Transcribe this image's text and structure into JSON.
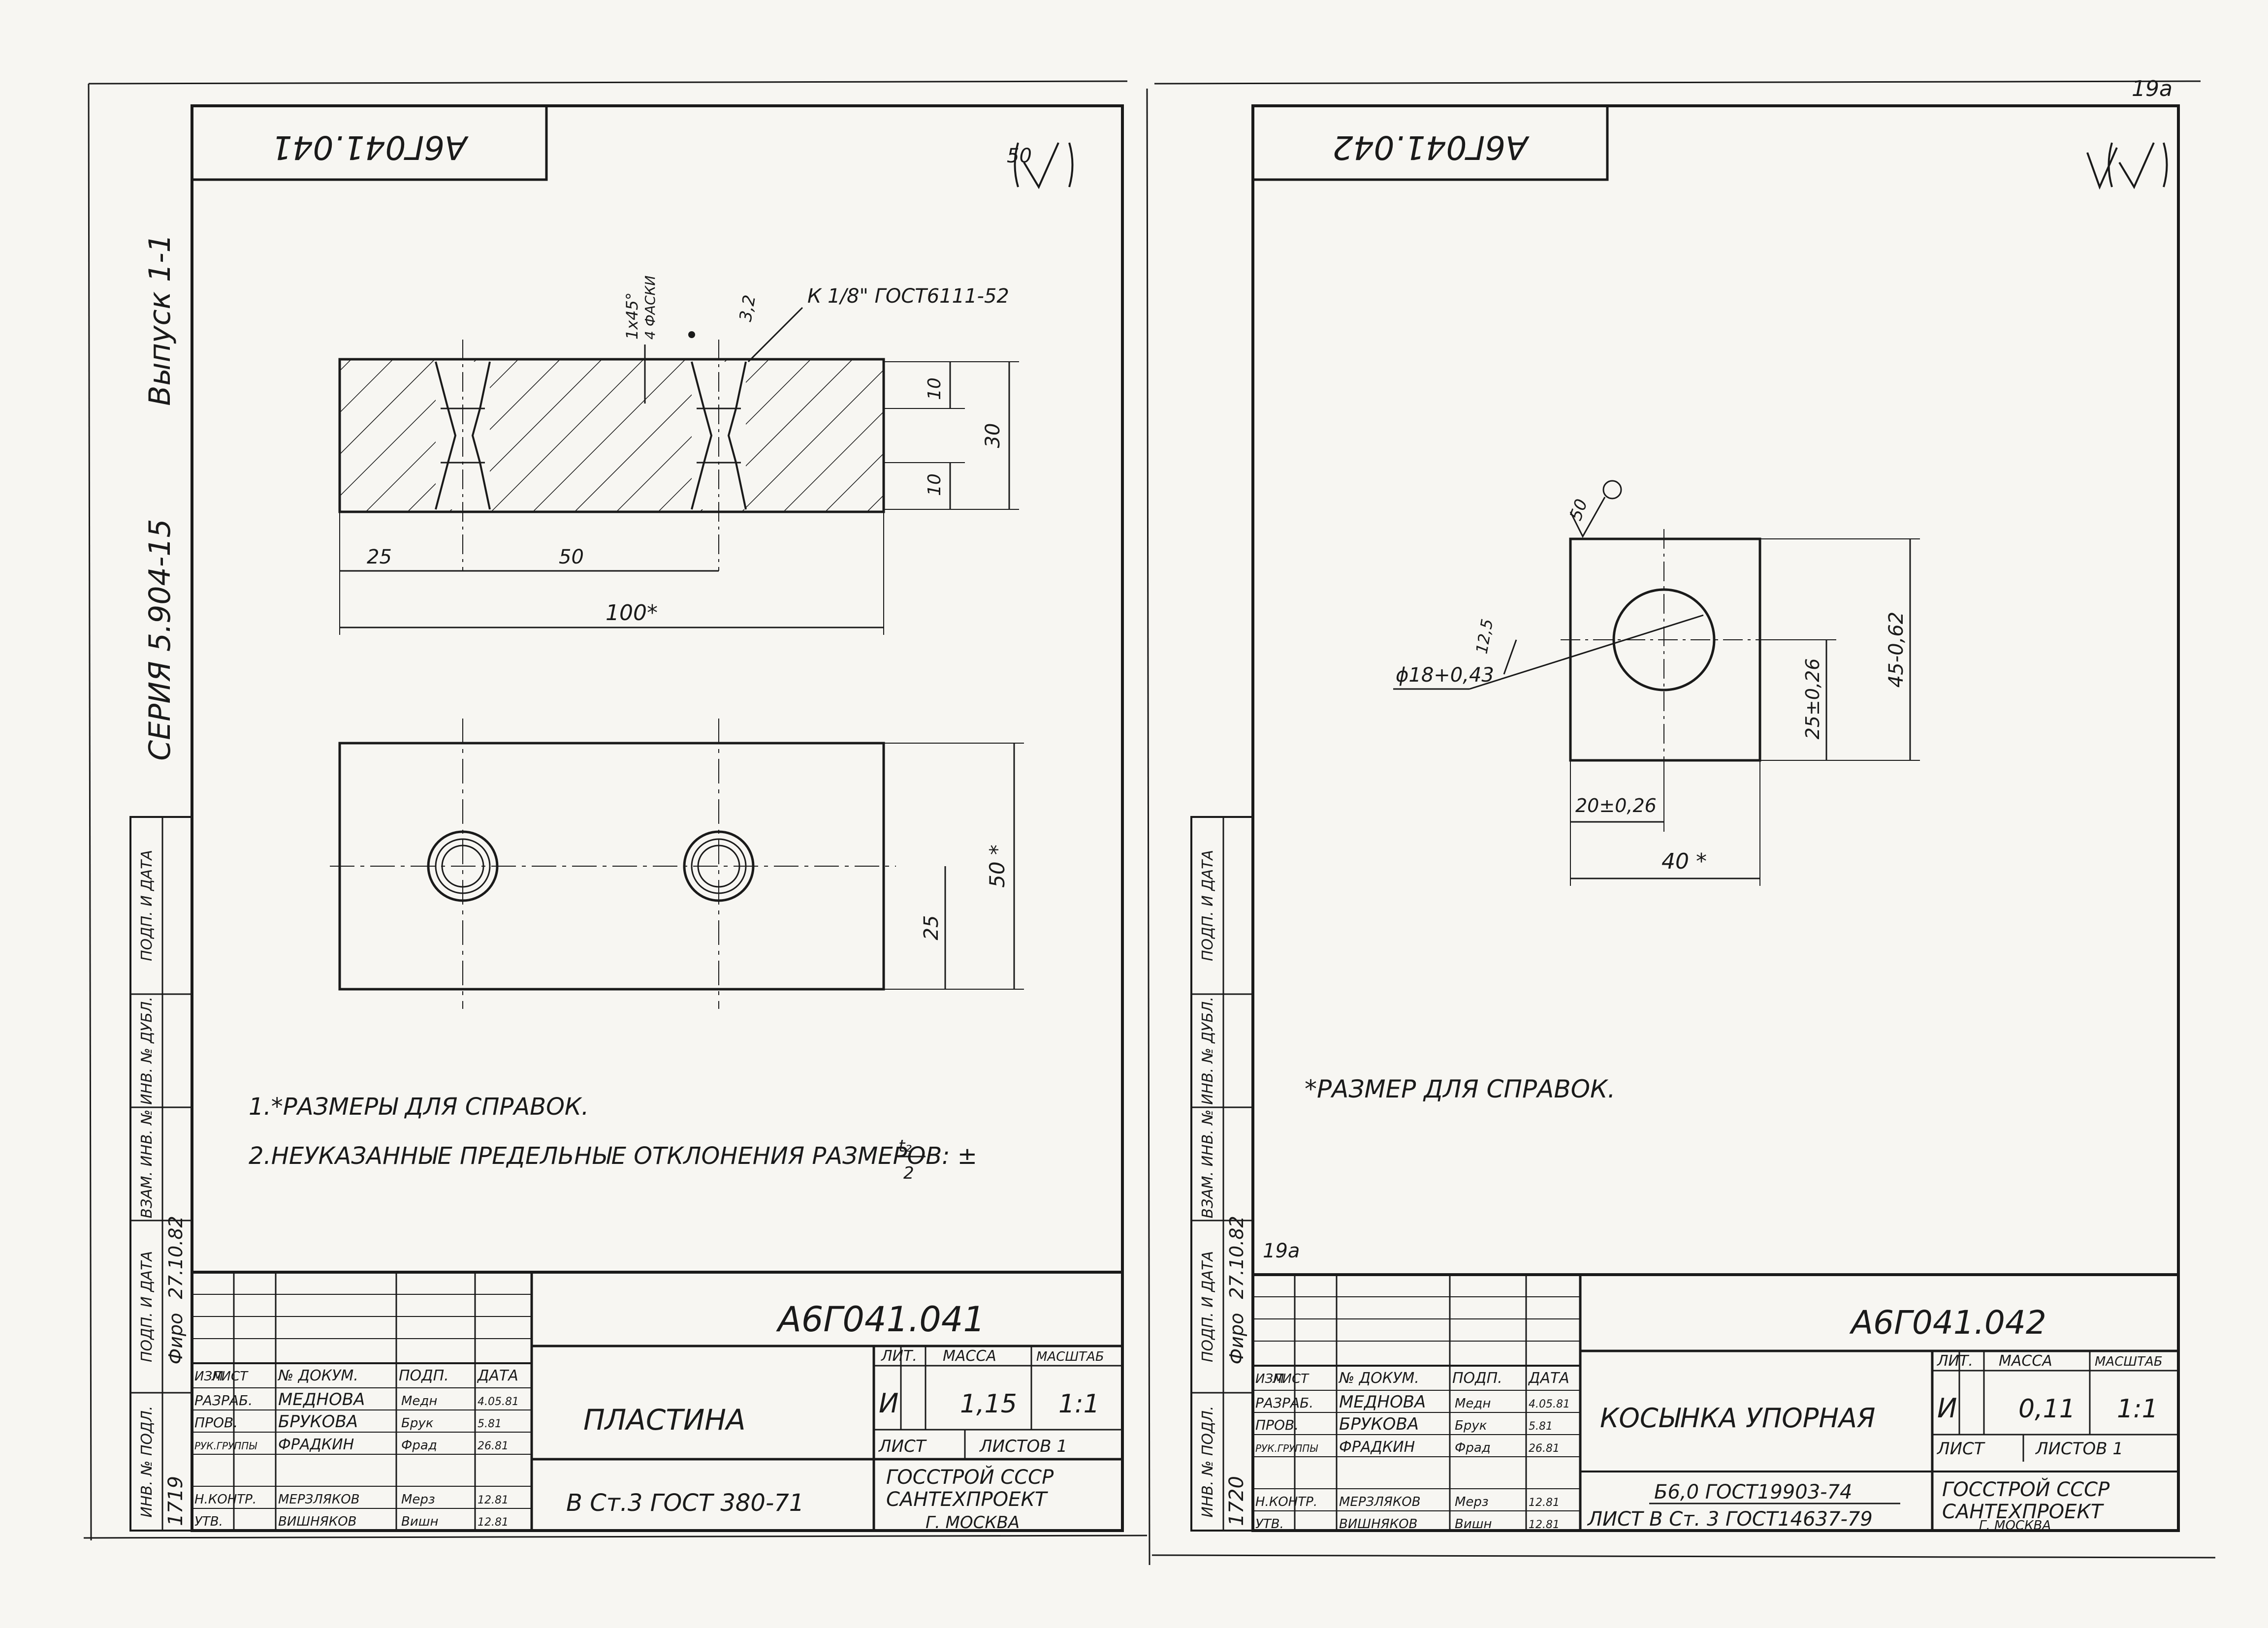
{
  "page_marks": {
    "top_right": "19а"
  },
  "sheet1": {
    "code_rotated": "А6Г041.041",
    "roughness_general": "50",
    "series": "СЕРИЯ 5.904-15",
    "issue": "Выпуск 1-1",
    "labels": {
      "thread": "К 1/8\" ГОСТ6111-52",
      "chamfer": "1x45°",
      "chamfer2": "4 ФАСКИ",
      "roughness_hole": "3,2"
    },
    "dims": {
      "d25": "25",
      "d50": "50",
      "d100": "100*",
      "d10a": "10",
      "d10b": "10",
      "d30": "30",
      "d25v": "25",
      "d50v": "50 *"
    },
    "notes": [
      "1.*РАЗМЕРЫ ДЛЯ СПРАВОК.",
      "2.НЕУКАЗАННЫЕ ПРЕДЕЛЬНЫЕ ОТКЛОНЕНИЯ РАЗМЕРОВ: ±",
      "t₂",
      "2"
    ],
    "stamp": {
      "code": "А6Г041.041",
      "name": "ПЛАСТИНА",
      "material": "В Ст.3 ГОСТ 380-71",
      "org1": "ГОССТРОЙ СССР",
      "org2": "САНТЕХПРОЕКТ",
      "city": "Г. МОСКВА",
      "lit_label": "ЛИТ.",
      "mass_label": "МАССА",
      "scale_label": "МАСШТАБ",
      "lit": "И",
      "mass": "1,15",
      "scale": "1:1",
      "sheet_label": "ЛИСТ",
      "sheets_label": "ЛИСТОВ 1",
      "head": [
        "ИЗМ",
        "ЛИСТ",
        "№ ДОКУМ.",
        "ПОДП.",
        "ДАТА"
      ],
      "rows": [
        {
          "role": "РАЗРАБ.",
          "name": "МЕДНОВА",
          "sign": "Медн",
          "date": "4.05.81"
        },
        {
          "role": "ПРОВ.",
          "name": "БРУКОВА",
          "sign": "Брук",
          "date": "5.81"
        },
        {
          "role": "РУК.ГРУППЫ",
          "name": "ФРАДКИН",
          "sign": "Фрад",
          "date": "26.81"
        },
        {
          "role": "",
          "name": "",
          "sign": "",
          "date": ""
        },
        {
          "role": "Н.КОНТР.",
          "name": "МЕРЗЛЯКОВ",
          "sign": "Мерз",
          "date": "12.81"
        },
        {
          "role": "УТВ.",
          "name": "ВИШНЯКОВ",
          "sign": "Вишн",
          "date": "12.81"
        }
      ]
    },
    "side": {
      "inv": "1719",
      "date": "27.10.82",
      "sign": "Фиро",
      "labels": [
        "ИНВ. № ПОДЛ.",
        "ПОДП. И ДАТА",
        "ВЗАМ. ИНВ. №",
        "ИНВ. № ДУБЛ.",
        "ПОДП. И ДАТА"
      ]
    }
  },
  "sheet2": {
    "code_rotated": "А6Г041.042",
    "roughness_general": "",
    "labels": {
      "roughness_top": "50",
      "roughness_hole": "12,5"
    },
    "dims": {
      "dia": "ϕ18+0,43",
      "d20": "20±0,26",
      "d40": "40 *",
      "d25": "25±0,26",
      "d45": "45-0,62"
    },
    "note": "*РАЗМЕР  ДЛЯ СПРАВОК.",
    "stamp": {
      "code": "А6Г041.042",
      "name": "КОСЫНКА УПОРНАЯ",
      "material1": "Б6,0 ГОСТ19903-74",
      "material2": "ЛИСТ В Ст. 3 ГОСТ14637-79",
      "org1": "ГОССТРОЙ СССР",
      "org2": "САНТЕХПРОЕКТ",
      "city": "Г. МОСКВА",
      "lit_label": "ЛИТ.",
      "mass_label": "МАССА",
      "scale_label": "МАСШТАБ",
      "lit": "И",
      "mass": "0,11",
      "scale": "1:1",
      "sheet_label": "ЛИСТ",
      "sheets_label": "ЛИСТОВ 1",
      "sheet_no": "19а",
      "head": [
        "ИЗМ",
        "ЛИСТ",
        "№ ДОКУМ.",
        "ПОДП.",
        "ДАТА"
      ],
      "rows": [
        {
          "role": "РАЗРАБ.",
          "name": "МЕДНОВА",
          "sign": "Медн",
          "date": "4.05.81"
        },
        {
          "role": "ПРОВ.",
          "name": "БРУКОВА",
          "sign": "Брук",
          "date": "5.81"
        },
        {
          "role": "РУК.ГРУППЫ",
          "name": "ФРАДКИН",
          "sign": "Фрад",
          "date": "26.81"
        },
        {
          "role": "",
          "name": "",
          "sign": "",
          "date": ""
        },
        {
          "role": "Н.КОНТР.",
          "name": "МЕРЗЛЯКОВ",
          "sign": "Мерз",
          "date": "12.81"
        },
        {
          "role": "УТВ.",
          "name": "ВИШНЯКОВ",
          "sign": "Вишн",
          "date": "12.81"
        }
      ]
    },
    "side": {
      "inv": "1720",
      "date": "27.10.82",
      "sign": "Фиро",
      "labels": [
        "ИНВ. № ПОДЛ.",
        "ПОДП. И ДАТА",
        "ВЗАМ. ИНВ. №",
        "ИНВ. № ДУБЛ.",
        "ПОДП. И ДАТА"
      ]
    }
  }
}
